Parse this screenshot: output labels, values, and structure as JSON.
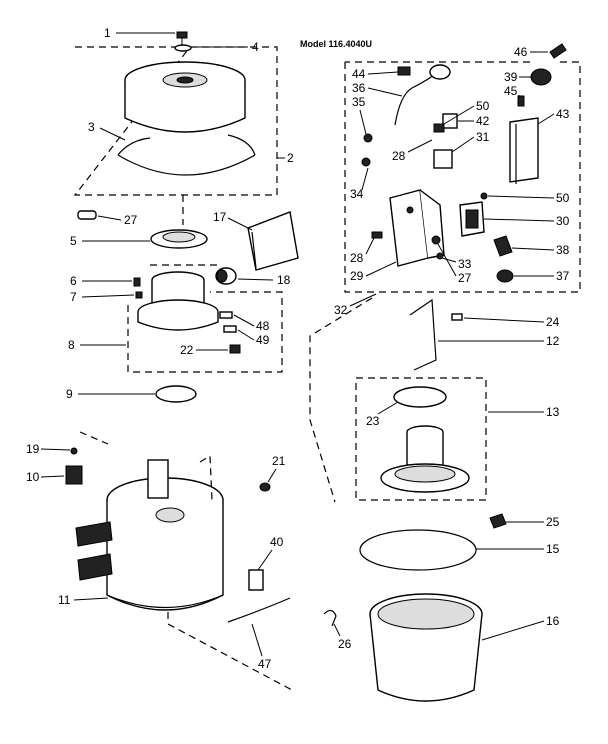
{
  "model_label": "Model 116.4040U",
  "callouts": {
    "c1": "1",
    "c2": "2",
    "c3": "3",
    "c4": "4",
    "c5": "5",
    "c6": "6",
    "c7": "7",
    "c8": "8",
    "c9": "9",
    "c10": "10",
    "c11": "11",
    "c12": "12",
    "c13": "13",
    "c15": "15",
    "c16": "16",
    "c17": "17",
    "c18": "18",
    "c19": "19",
    "c21": "21",
    "c22": "22",
    "c23": "23",
    "c24": "24",
    "c25": "25",
    "c26": "26",
    "c27a": "27",
    "c27b": "27",
    "c28a": "28",
    "c28b": "28",
    "c29": "29",
    "c30": "30",
    "c31": "31",
    "c32": "32",
    "c33": "33",
    "c34": "34",
    "c35": "35",
    "c36": "36",
    "c37": "37",
    "c38": "38",
    "c39": "39",
    "c40": "40",
    "c42": "42",
    "c43": "43",
    "c44": "44",
    "c45": "45",
    "c46": "46",
    "c47": "47",
    "c48": "48",
    "c49": "49",
    "c50a": "50",
    "c50b": "50"
  }
}
